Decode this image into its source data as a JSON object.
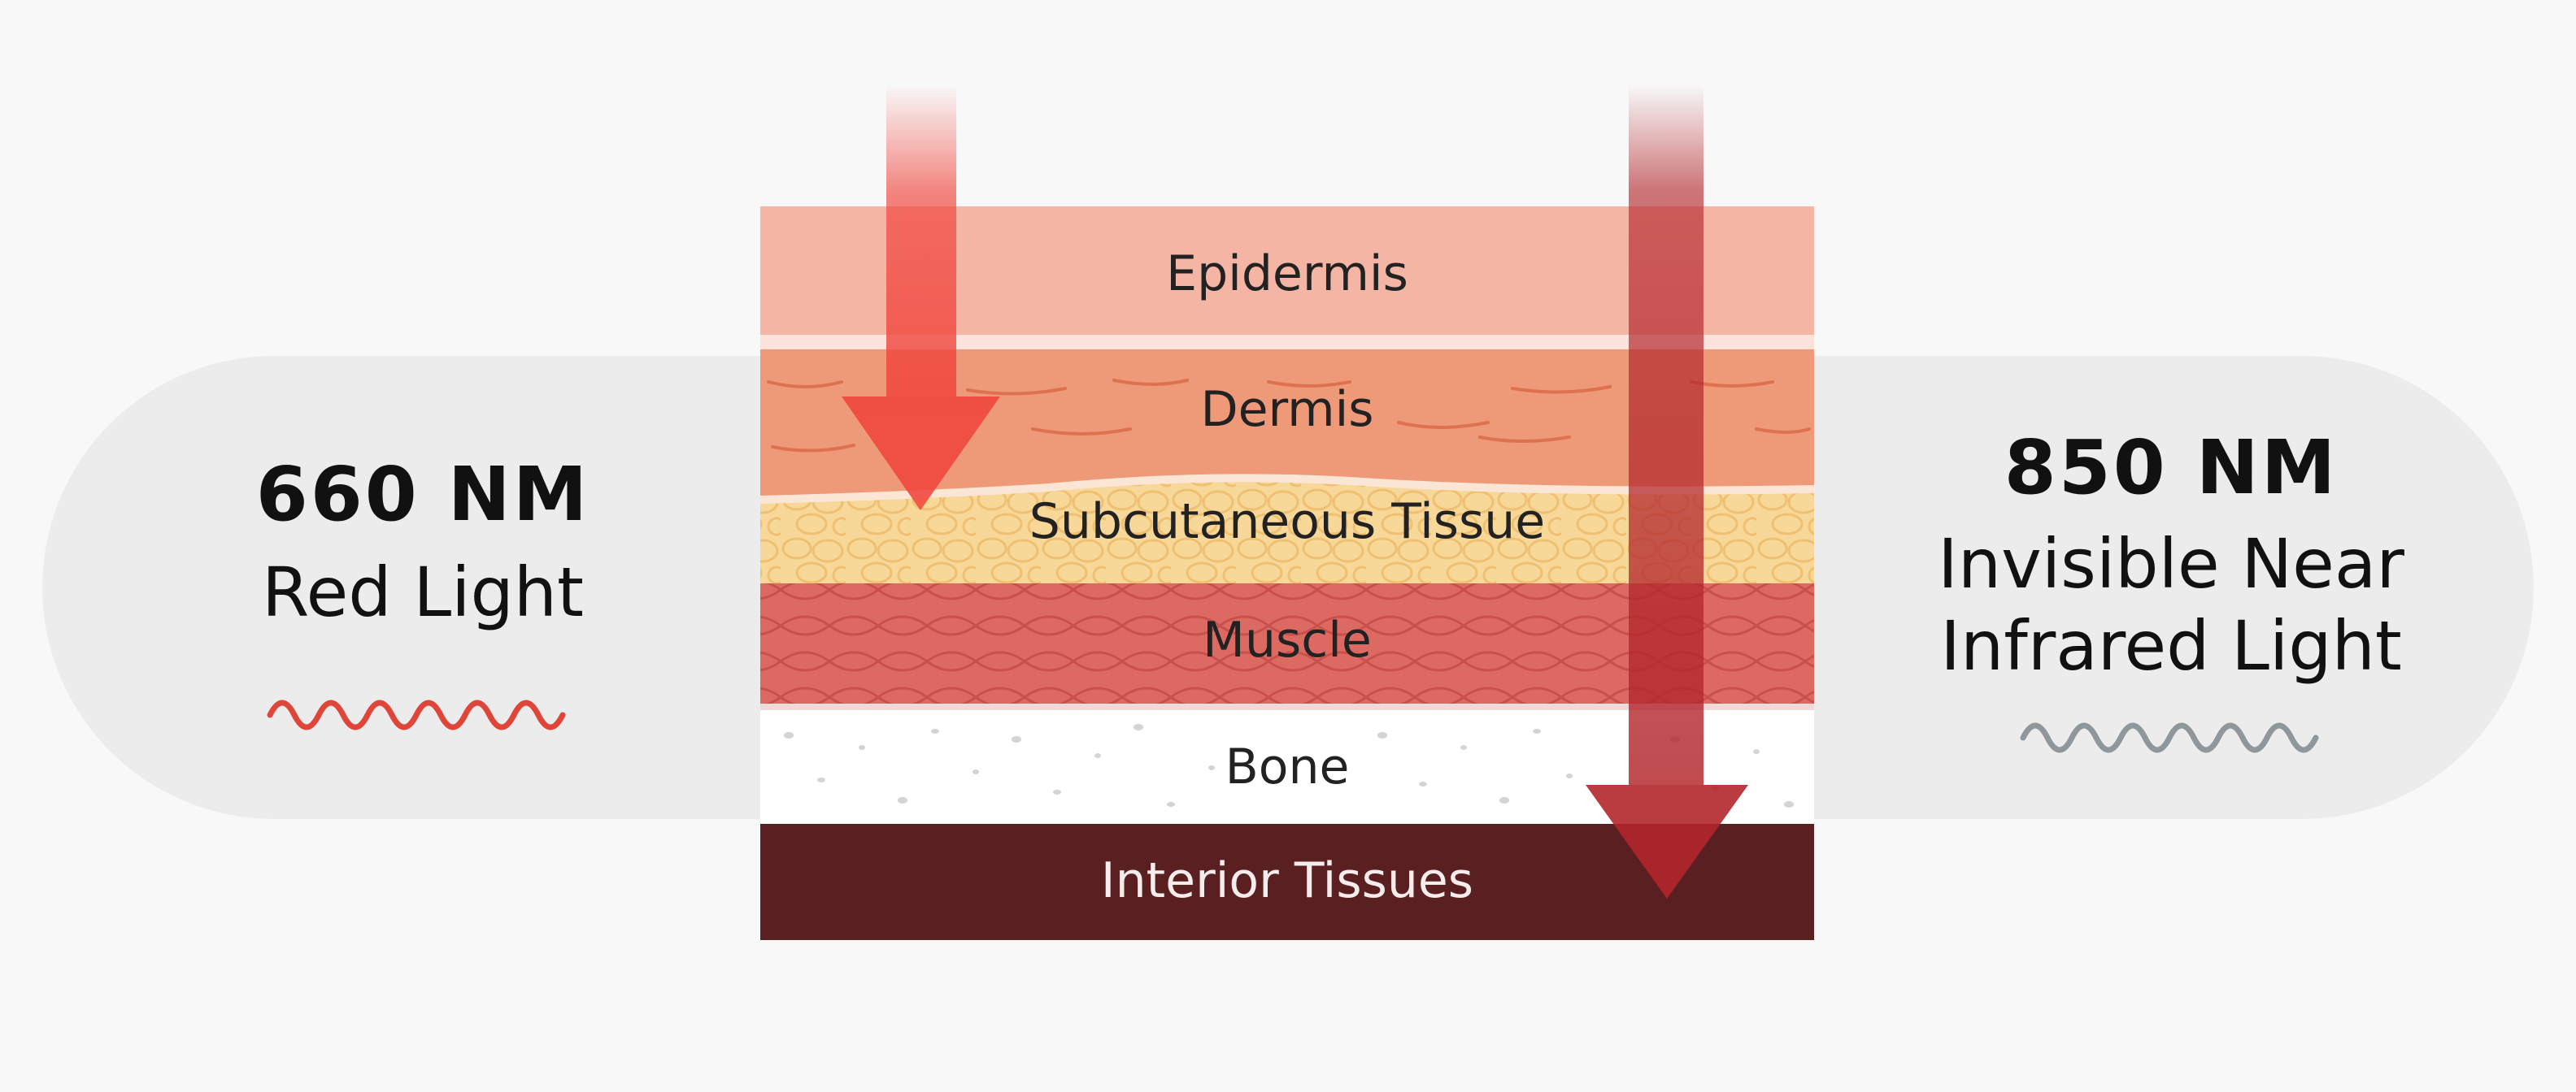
{
  "wavelengths": {
    "red": {
      "value": "660 NM",
      "name": "Red Light",
      "wave_color": "#e0453a"
    },
    "nir": {
      "value": "850 NM",
      "name_line1": "Invisible Near",
      "name_line2": "Infrared Light",
      "wave_color": "#8f979b"
    }
  },
  "layers": {
    "epidermis": "Epidermis",
    "dermis": "Dermis",
    "subcutaneous": "Subcutaneous Tissue",
    "muscle": "Muscle",
    "bone": "Bone",
    "interior": "Interior Tissues"
  },
  "colors": {
    "epidermis": "#f5b5a4",
    "dermis": "#ee9a78",
    "subcutaneous": "#f8d898",
    "muscle": "#dc6a63",
    "bone": "#ffffff",
    "interior": "#5a1f21",
    "red_arrow": "#f0443c",
    "nir_arrow": "#b3262c",
    "pill": "#ececec"
  }
}
